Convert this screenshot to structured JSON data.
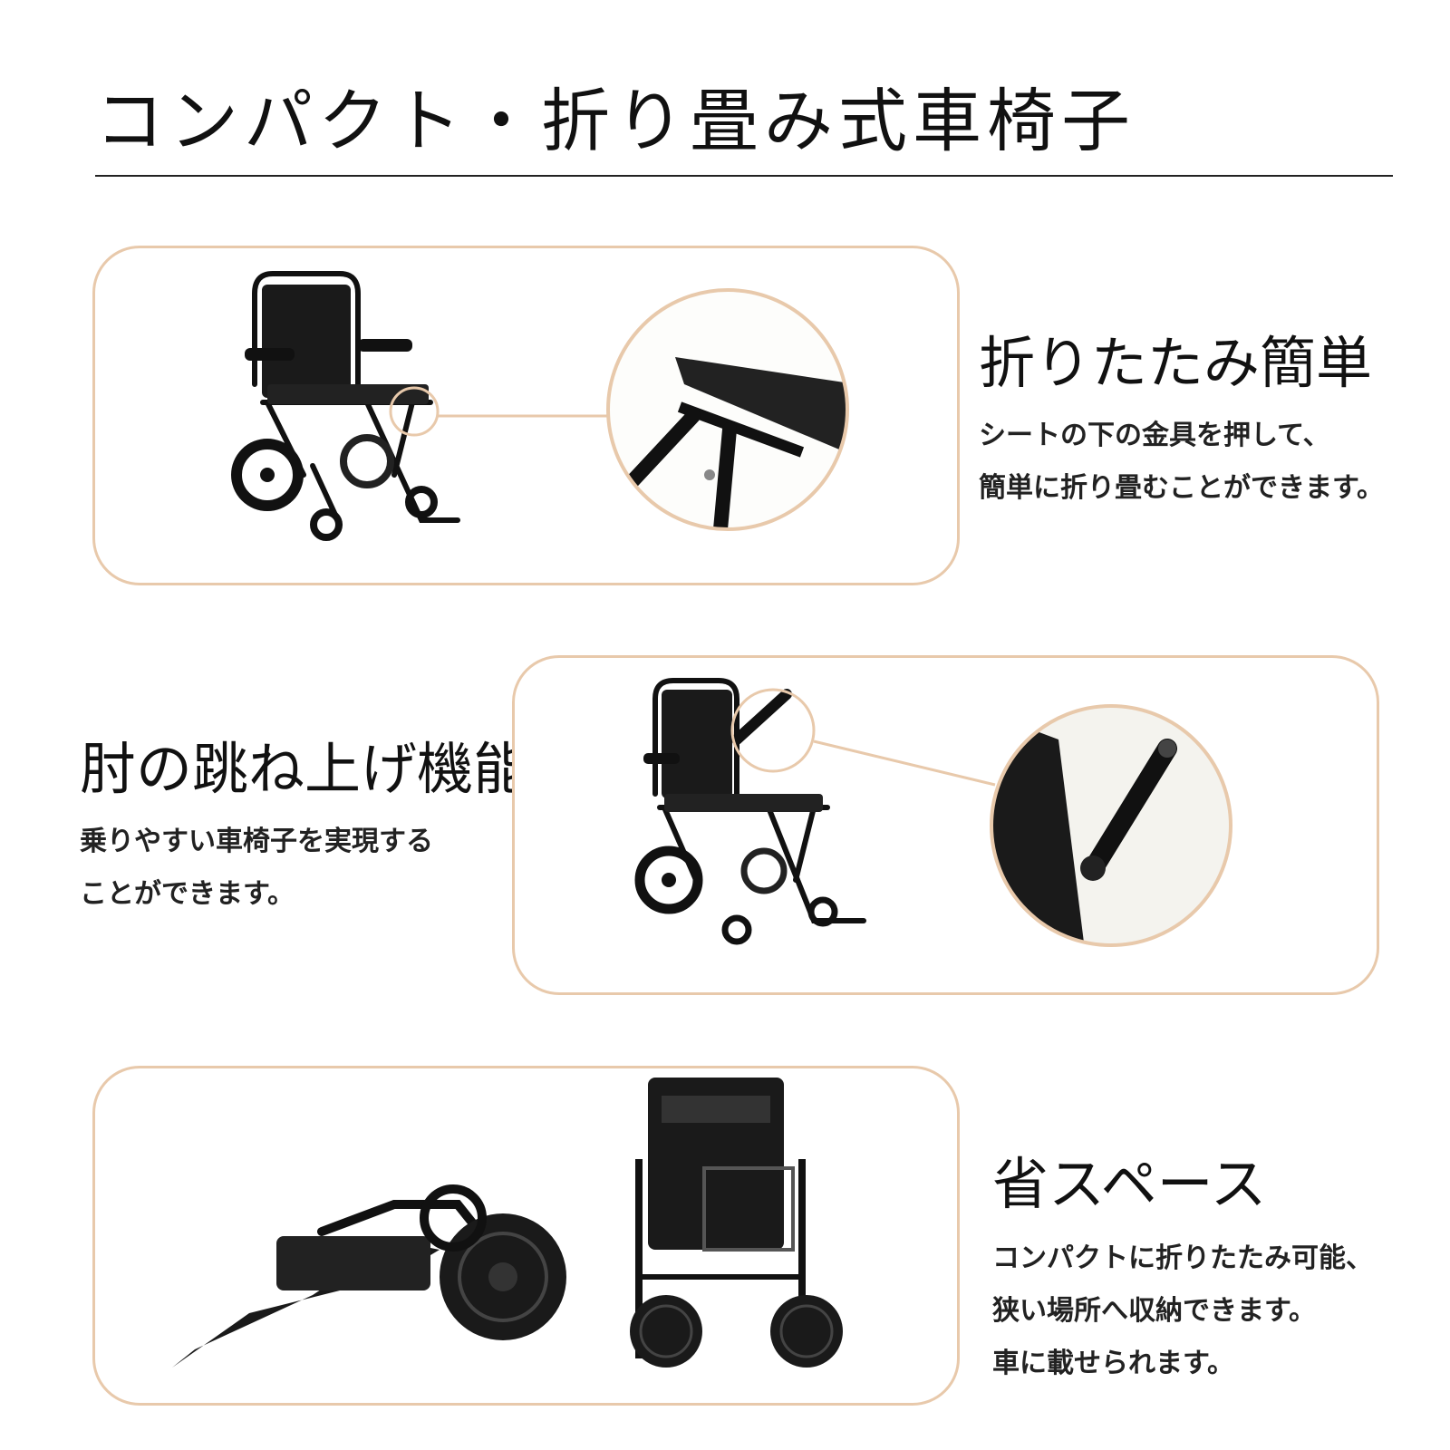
{
  "page": {
    "title": "コンパクト・折り畳み式車椅子",
    "accent_color": "#e8c9ab"
  },
  "sections": [
    {
      "heading": "折りたたみ簡単",
      "lines": [
        "シートの下の金具を押して、",
        "簡単に折り畳むことができます。"
      ],
      "image_icon": "wheelchair-with-seat-latch-zoom"
    },
    {
      "heading": "肘の跳ね上げ機能",
      "lines": [
        "乗りやすい車椅子を実現する",
        "ことができます。"
      ],
      "image_icon": "wheelchair-with-armrest-zoom"
    },
    {
      "heading": "省スペース",
      "lines": [
        "コンパクトに折りたたみ可能、",
        "狭い場所へ収納できます。",
        "車に載せられます。"
      ],
      "image_icon": "folded-wheelchair"
    }
  ]
}
